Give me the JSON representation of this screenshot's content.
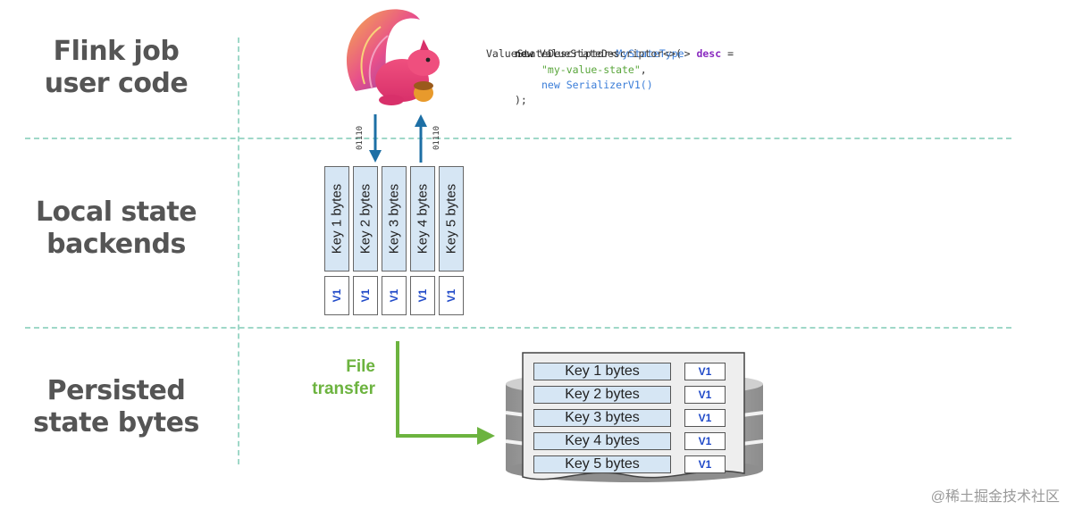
{
  "rows": [
    {
      "lines": [
        "Flink job",
        "user code"
      ]
    },
    {
      "lines": [
        "Local state",
        "backends"
      ]
    },
    {
      "lines": [
        "Persisted",
        "state bytes"
      ]
    }
  ],
  "code": {
    "l1a": "ValueStateDescriptor<",
    "l1type": "MyStateType",
    "l1b": "> ",
    "l1var": "desc",
    "l1c": " =",
    "l2kw": "new",
    "l2rest": " ValueStateDescriptor<>(",
    "l3": "\"my-value-state\"",
    "l3b": ",",
    "l4": "new SerializerV1()",
    "l5": ");"
  },
  "bits": [
    "01110",
    "01110"
  ],
  "key_columns": [
    "Key 1 bytes",
    "Key 2 bytes",
    "Key 3 bytes",
    "Key 4 bytes",
    "Key 5 bytes"
  ],
  "version_labels": [
    "V1",
    "V1",
    "V1",
    "V1",
    "V1"
  ],
  "file_transfer": [
    "File",
    "transfer"
  ],
  "storage_rows": [
    {
      "key": "Key 1 bytes",
      "version": "V1"
    },
    {
      "key": "Key 2 bytes",
      "version": "V1"
    },
    {
      "key": "Key 3 bytes",
      "version": "V1"
    },
    {
      "key": "Key 4 bytes",
      "version": "V1"
    },
    {
      "key": "Key 5 bytes",
      "version": "V1"
    }
  ],
  "watermark": "@稀土掘金技术社区",
  "colors": {
    "arrow_blue": "#1d6fa5",
    "arrow_green": "#6cb33f",
    "dash": "#9fd8c8",
    "cell_fill": "#d6e6f4",
    "version_text": "#1f49c8"
  }
}
